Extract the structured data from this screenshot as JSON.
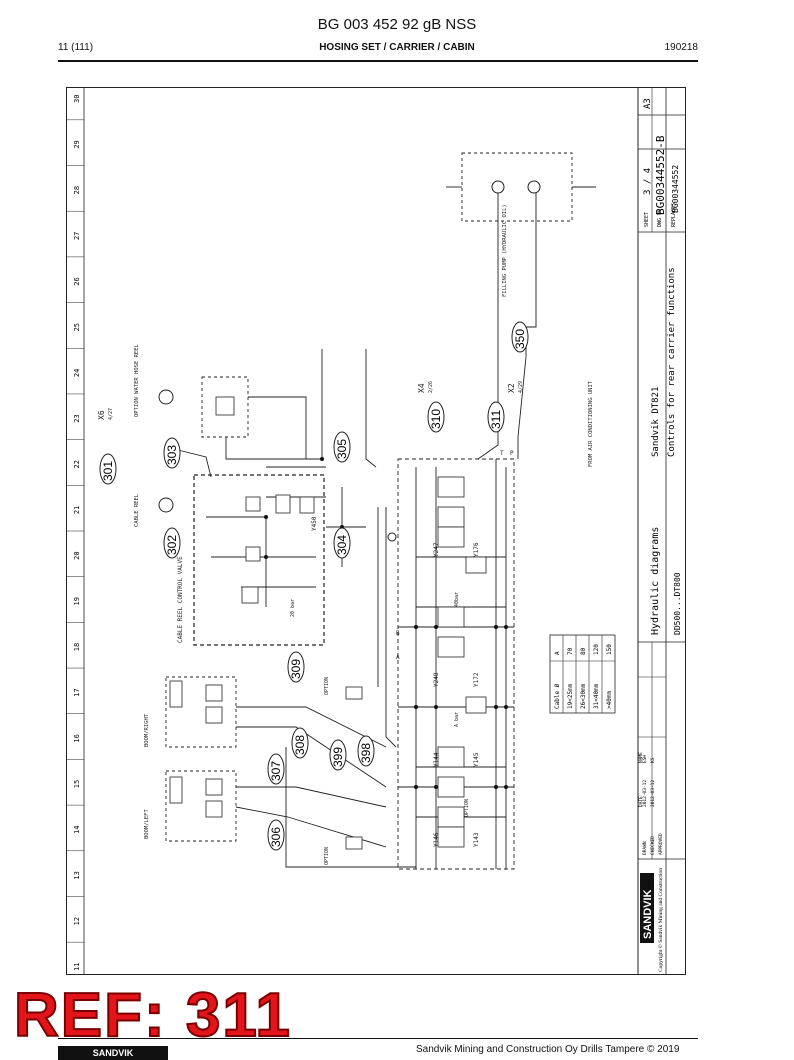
{
  "header": {
    "doc_code": "BG 003 452 92 gB NSS",
    "page": "11 (111)",
    "title": "HOSING SET / CARRIER / CABIN",
    "date": "190218"
  },
  "sheet": {
    "grid_numbers": [
      "11",
      "12",
      "13",
      "14",
      "15",
      "16",
      "17",
      "18",
      "19",
      "20",
      "21",
      "22",
      "23",
      "24",
      "25",
      "26",
      "27",
      "28",
      "29",
      "30"
    ],
    "callouts": [
      "301",
      "302",
      "303",
      "304",
      "305",
      "306",
      "307",
      "308",
      "309",
      "310",
      "311",
      "350",
      "398",
      "399"
    ],
    "labels": {
      "x6": "X6",
      "x6_ref": "4/27",
      "x4": "X4",
      "x4_ref": "2/26",
      "x2": "X2",
      "x2_ref": "4/29",
      "y450": "Y450",
      "y247": "Y247",
      "y176": "Y176",
      "y248": "Y248",
      "y172": "Y172",
      "y144": "Y144",
      "y145": "Y145",
      "y146": "Y146",
      "y143": "Y143",
      "bar_20": "20 bar",
      "bar_40": "40bar",
      "bar_a": "A bar",
      "water_hose": "OPTION WATER HOSE REEL",
      "cable_reel": "CABLE REEL",
      "cable_reel_control": "CABLE REEL CONTROL VALVE",
      "filling": "FILLING PUMP (HYDRAULIC OIL)",
      "to_air": "FROM AIR CONDITIONING UNIT",
      "bar_boom": "BOOM/LEFT",
      "bar_boom2": "BOOM/RIGHT",
      "option_1": "OPTION",
      "option_2": "OPTION",
      "option_3": "OPTION",
      "port_t": "T",
      "port_p": "P",
      "port_a": "A",
      "port_b": "B"
    },
    "cable_table": {
      "headers": [
        "Cable Ø",
        "A"
      ],
      "rows": [
        [
          "19<25mm",
          "70"
        ],
        [
          "26<30mm",
          "80"
        ],
        [
          "31<40mm",
          "120"
        ],
        [
          ">40mm",
          "150"
        ]
      ]
    },
    "revision_table": {
      "rows": [
        [
          "DRAWN",
          "2012-03-12",
          "ESH"
        ],
        [
          "CHECKED",
          "2012-03-12",
          "KS"
        ],
        [
          "APPROVED",
          "",
          ""
        ]
      ],
      "col_headers": [
        "DATE",
        "NAME"
      ]
    },
    "title_block": {
      "brand": "SANDVIK",
      "copyright": "Copyright © Sandvik Mining and Construction",
      "diagram_type": "Hydraulic diagrams",
      "models": "DD500...DT800",
      "machine": "Sandvik DT821",
      "function": "Controls for rear carrier functions",
      "sheet_label": "SHEET",
      "sheet_value": "3 / 4",
      "size": "A3",
      "dwg_label": "DWG NO",
      "dwg_no": "BG00344552-B",
      "replace_label": "REPLACES",
      "replaces": "BG00344552"
    }
  },
  "ref_badge": "REF: 311",
  "footer": {
    "logo": "SANDVIK",
    "text": "Sandvik Mining and Construction Oy Drills Tampere © 2019"
  }
}
